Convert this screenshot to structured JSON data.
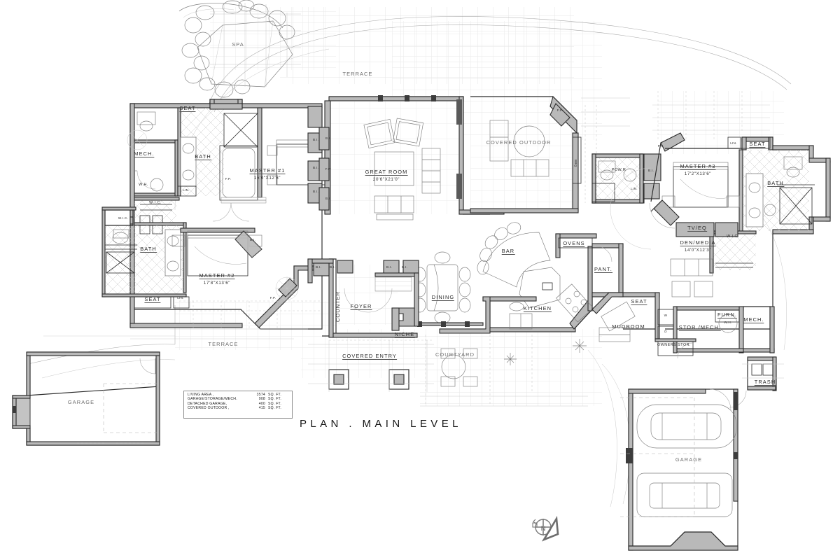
{
  "sheet": {
    "title": "PLAN . MAIN LEVEL",
    "ink": "#2b2b2b",
    "wall_fill": "#b9b9b9",
    "faint": "#cfcfcf"
  },
  "schedule": {
    "rows": [
      {
        "label": "LIVING AREA ,",
        "value": "3574",
        "unit": "SQ. FT."
      },
      {
        "label": "GARAGE/STORAGE/MECH.",
        "value": "908",
        "unit": "SQ. FT."
      },
      {
        "label": "DETACHED GARAGE,",
        "value": "400",
        "unit": "SQ. FT."
      },
      {
        "label": "COVERED OUTDOOR ,",
        "value": "415",
        "unit": "SQ. FT."
      }
    ]
  },
  "rooms": {
    "spa": "SPA",
    "terrace_top": "TERRACE",
    "terrace_left": "TERRACE",
    "seat_top_left": "SEAT",
    "mech_left": "MECH.",
    "wh_left": "W.H.",
    "bath_upper_left": "BATH",
    "wic_upper_left": "W.I.C.",
    "lin_upper_left": "LIN.",
    "fp_master1": "F.P.",
    "master1": "MASTER #1",
    "master1_dim": "15'0\"X12'6\"",
    "bi_a": "B.I.",
    "bi_b": "B.I.",
    "bi_c": "B.I.",
    "bath_lower_left": "BATH",
    "wic_lower_left": "W.I.C.",
    "seat_lower_left": "SEAT",
    "lin_lower_left": "LIN.",
    "master2": "MASTER #2",
    "master2_dim": "17'8\"X13'6\"",
    "bi_master2": "B.I.",
    "fp_master2": "F.P.",
    "great_room": "GREAT ROOM",
    "great_room_dim": "20'6\"X21'0\"",
    "bi_gr_1": "B.I.",
    "bi_gr_2": "F.P.",
    "bi_gr_3": "B.I.",
    "covered_outdoor": "COVERED OUTDOOR",
    "fp_outdoor": "F.P.",
    "bbq": "BBQ",
    "powder": "POW.R",
    "lin_powder": "LIN.",
    "bi_powder": "B.I.",
    "fp_den_entry": "F.P.",
    "master3": "MASTER #3",
    "master3_dim": "17'2\"X13'6\"",
    "lin_right": "LIN.",
    "seat_right": "SEAT",
    "bath_right": "BATH",
    "wic_right": "W.I.C.",
    "tv_eq": "TV/EQ",
    "den_media": "DEN/MEDIA",
    "den_media_dim": "14'0\"X12'3\"",
    "bar": "BAR",
    "ovens": "OVENS",
    "pantry": "PANT.",
    "kitchen": "KITCHEN",
    "dining": "DINING",
    "counter": "COUNTER",
    "foyer": "FOYER",
    "niche": "NICHE",
    "bi_foyer_1": "B.I.",
    "bi_foyer_2": "B.I.",
    "bi_foyer_3": "B.I.",
    "bi_foyer_4": "B.I.",
    "covered_entry": "COVERED ENTRY",
    "courtyard": "COURTYARD",
    "mudroom": "MUDROOM",
    "seat_mudroom": "SEAT",
    "washer": "W",
    "dryer": "D",
    "stor_mech": "STOR./MECH.",
    "owners_stor": "OWNERS STOR.",
    "furnace": "FURN.",
    "mech_right": "MECH.",
    "wh_right": "W.H.",
    "trash": "TRASH",
    "garage_detached": "GARAGE",
    "garage_attached": "GARAGE"
  },
  "compass": {
    "label": "N"
  }
}
